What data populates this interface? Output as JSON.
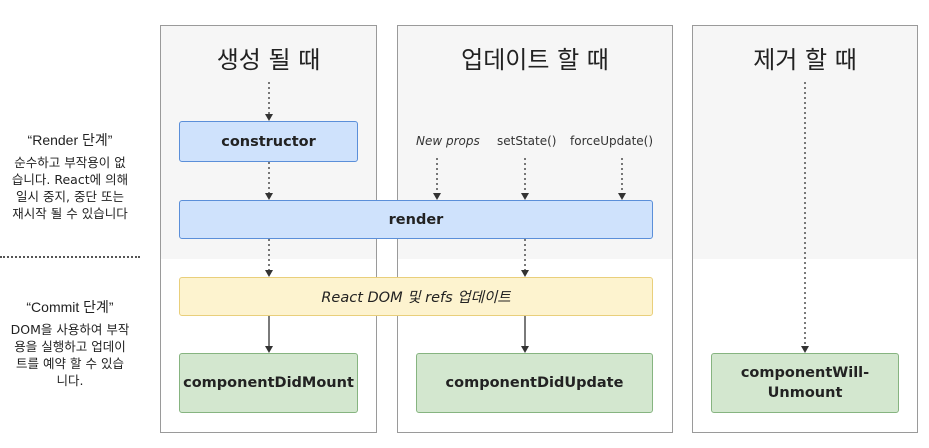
{
  "left_panel": {
    "render_phase_title": "“Render 단계”",
    "render_phase_desc": [
      "순수하고 부작용이 없",
      "습니다. React에 의해",
      "일시 중지, 중단 또는",
      "재시작 될 수 있습니다"
    ],
    "commit_phase_title": "“Commit 단계”",
    "commit_phase_desc": [
      "DOM을 사용하여 부작",
      "용을 실행하고 업데이",
      "트를 예약 할 수 있습",
      "니다."
    ]
  },
  "columns": {
    "mounting_title": "생성 될 때",
    "updating_title": "업데이트 할 때",
    "unmounting_title": "제거 할 때"
  },
  "boxes": {
    "constructor": "constructor",
    "render": "render",
    "react_dom_update": "React DOM 및 refs 업데이트",
    "component_did_mount": "componentDidMount",
    "component_did_update": "componentDidUpdate",
    "component_will_unmount_line1": "componentWill-",
    "component_will_unmount_line2": "Unmount"
  },
  "update_triggers": {
    "new_props": "New props",
    "set_state": "setState()",
    "force_update": "forceUpdate()"
  },
  "colors": {
    "render_box_fill": "#cfe2fc",
    "render_box_border": "#5b8fd9",
    "commit_box_fill": "#fdf3cf",
    "lifecycle_box_fill": "#d3e7cf",
    "column_top_bg": "#f6f6f6"
  }
}
